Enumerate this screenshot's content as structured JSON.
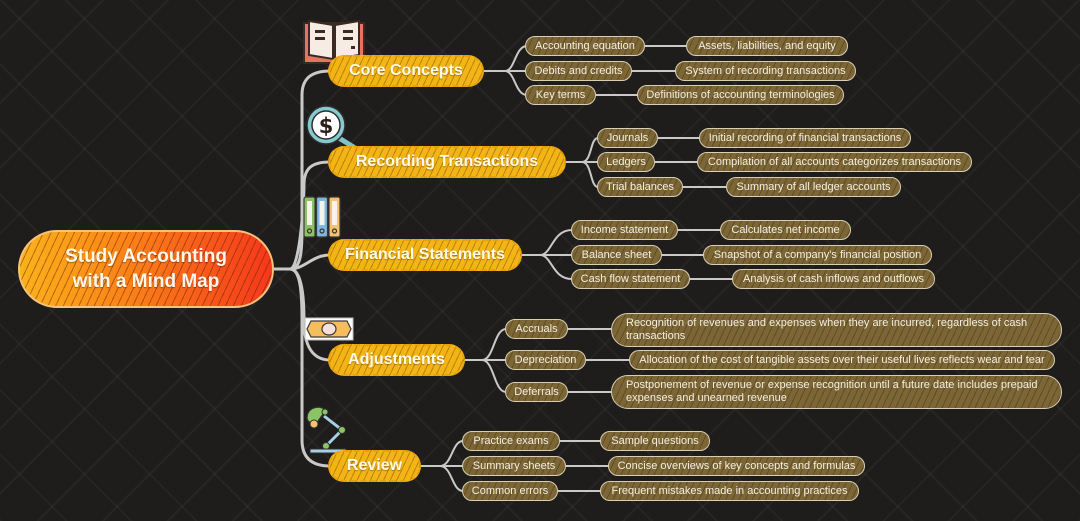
{
  "root": {
    "title": "Study Accounting with a Mind Map",
    "line1": "Study Accounting",
    "line2": "with a Mind Map"
  },
  "colors": {
    "background": "#1e1d1c",
    "root_gradient_start": "#fbb21a",
    "root_gradient_end": "#f5371c",
    "topic_fill": "#f3b416",
    "subtopic_fill": "#7c6635",
    "subtopic_border": "#d9cfb4",
    "connector": "#c9c9c9"
  },
  "topics": [
    {
      "label": "Core Concepts",
      "icon": "open-book-icon",
      "children": [
        {
          "label": "Accounting equation",
          "detail": "Assets, liabilities, and equity"
        },
        {
          "label": "Debits and credits",
          "detail": "System of recording transactions"
        },
        {
          "label": "Key terms",
          "detail": "Definitions of accounting terminologies"
        }
      ]
    },
    {
      "label": "Recording Transactions",
      "icon": "dollar-magnifier-icon",
      "children": [
        {
          "label": "Journals",
          "detail": "Initial recording of financial transactions"
        },
        {
          "label": "Ledgers",
          "detail": "Compilation of all accounts categorizes transactions"
        },
        {
          "label": "Trial balances",
          "detail": "Summary of all ledger accounts"
        }
      ]
    },
    {
      "label": "Financial Statements",
      "icon": "binders-icon",
      "children": [
        {
          "label": "Income statement",
          "detail": "Calculates net income"
        },
        {
          "label": "Balance sheet",
          "detail": "Snapshot of a company's financial position"
        },
        {
          "label": "Cash flow statement",
          "detail": "Analysis of cash inflows and outflows"
        }
      ]
    },
    {
      "label": "Adjustments",
      "icon": "banknote-icon",
      "children": [
        {
          "label": "Accruals",
          "detail": "Recognition of revenues and expenses when they are incurred, regardless of cash transactions"
        },
        {
          "label": "Depreciation",
          "detail": "Allocation of the cost of tangible assets over their useful lives reflects wear and tear"
        },
        {
          "label": "Deferrals",
          "detail": "Postponement of revenue or expense recognition until a future date includes prepaid expenses and unearned revenue"
        }
      ]
    },
    {
      "label": "Review",
      "icon": "desk-lamp-icon",
      "children": [
        {
          "label": "Practice exams",
          "detail": "Sample questions"
        },
        {
          "label": "Summary sheets",
          "detail": "Concise overviews of key concepts and formulas"
        },
        {
          "label": "Common errors",
          "detail": "Frequent mistakes made in accounting practices"
        }
      ]
    }
  ]
}
